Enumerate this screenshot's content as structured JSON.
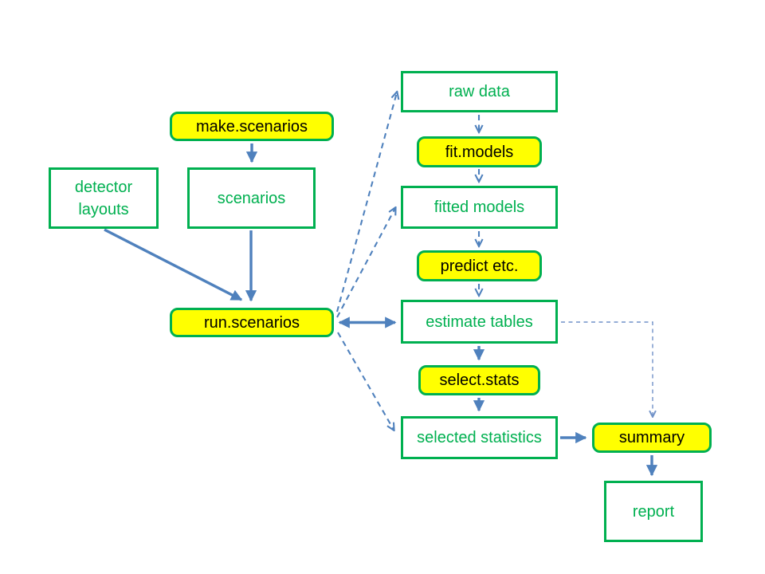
{
  "diagram": {
    "nodes": {
      "make_scenarios": {
        "label": "make.scenarios",
        "kind": "function"
      },
      "detector_layouts": {
        "label": "detector layouts",
        "kind": "data"
      },
      "scenarios": {
        "label": "scenarios",
        "kind": "data"
      },
      "run_scenarios": {
        "label": "run.scenarios",
        "kind": "function"
      },
      "raw_data": {
        "label": "raw data",
        "kind": "data"
      },
      "fit_models": {
        "label": "fit.models",
        "kind": "function"
      },
      "fitted_models": {
        "label": "fitted models",
        "kind": "data"
      },
      "predict_etc": {
        "label": "predict etc.",
        "kind": "function"
      },
      "estimate_tables": {
        "label": "estimate tables",
        "kind": "data"
      },
      "select_stats": {
        "label": "select.stats",
        "kind": "function"
      },
      "selected_statistics": {
        "label": "selected statistics",
        "kind": "data"
      },
      "summary": {
        "label": "summary",
        "kind": "function"
      },
      "report": {
        "label": "report",
        "kind": "data"
      }
    },
    "edges": [
      {
        "from": "make.scenarios",
        "to": "scenarios",
        "style": "solid"
      },
      {
        "from": "detector layouts",
        "to": "run.scenarios",
        "style": "solid"
      },
      {
        "from": "scenarios",
        "to": "run.scenarios",
        "style": "solid"
      },
      {
        "from": "run.scenarios",
        "to": "estimate tables",
        "style": "solid-double-headed"
      },
      {
        "from": "run.scenarios",
        "to": "raw data",
        "style": "dashed"
      },
      {
        "from": "run.scenarios",
        "to": "fitted models",
        "style": "dashed"
      },
      {
        "from": "run.scenarios",
        "to": "selected statistics",
        "style": "dashed"
      },
      {
        "from": "raw data",
        "to": "fit.models",
        "style": "dashed"
      },
      {
        "from": "fit.models",
        "to": "fitted models",
        "style": "dashed"
      },
      {
        "from": "fitted models",
        "to": "predict etc.",
        "style": "dashed"
      },
      {
        "from": "predict etc.",
        "to": "estimate tables",
        "style": "dashed"
      },
      {
        "from": "estimate tables",
        "to": "select.stats",
        "style": "solid"
      },
      {
        "from": "estimate tables",
        "to": "summary",
        "style": "dashed-thin"
      },
      {
        "from": "select.stats",
        "to": "selected statistics",
        "style": "solid"
      },
      {
        "from": "selected statistics",
        "to": "summary",
        "style": "solid"
      },
      {
        "from": "summary",
        "to": "report",
        "style": "solid"
      }
    ],
    "colors": {
      "node_border_green": "#00B050",
      "data_text_green": "#00B050",
      "function_fill_yellow": "#FFFF00",
      "function_text": "#000000",
      "arrow_blue": "#4F81BD",
      "thin_dashed_blue": "#7192C8",
      "background": "#FFFFFF"
    }
  }
}
